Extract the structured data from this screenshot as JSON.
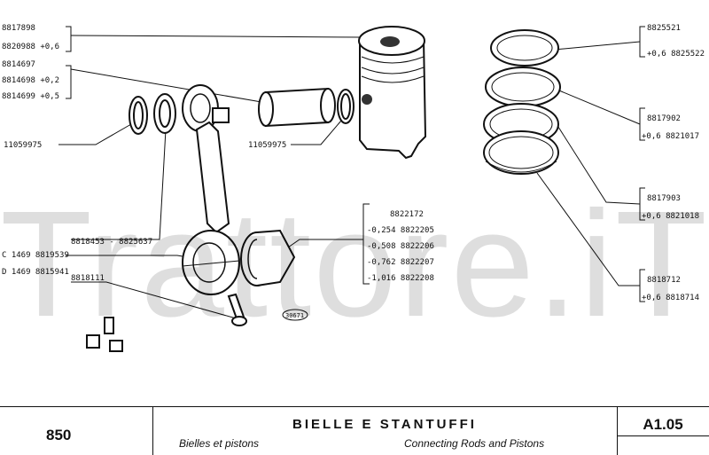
{
  "watermark": "Trattore.iT",
  "parts": {
    "piston": [
      "8817898",
      "8820988 +0,6"
    ],
    "pin": [
      "8814697",
      "8814698 +0,2",
      "8814699 +0,5"
    ],
    "circlip_left": "11059975",
    "circlip_right": "11059975",
    "rings_top": [
      "8825521",
      "+0,6 8825522"
    ],
    "rings_second": [
      "8817902",
      "+0,6 8821017"
    ],
    "rings_third": [
      "8817903",
      "+0,6 8821018"
    ],
    "rings_oil": [
      "8818712",
      "+0,6 8818714"
    ],
    "bearings": [
      "8822172",
      "-0,254 8822205",
      "-0,508 8822206",
      "-0,762 8822207",
      "-1,016 8822208"
    ],
    "bushing": "8818453 - 8825637",
    "rod_c": "C 1469 8819539",
    "rod_d": "D 1469 8815941",
    "bolt": "8818111",
    "ref_tag": "30671"
  },
  "footer": {
    "page_number": "850",
    "title": "BIELLE E STANTUFFI",
    "subtitle_fr": "Bielles et pistons",
    "subtitle_en": "Connecting Rods and Pistons",
    "section_code": "A1.05"
  }
}
